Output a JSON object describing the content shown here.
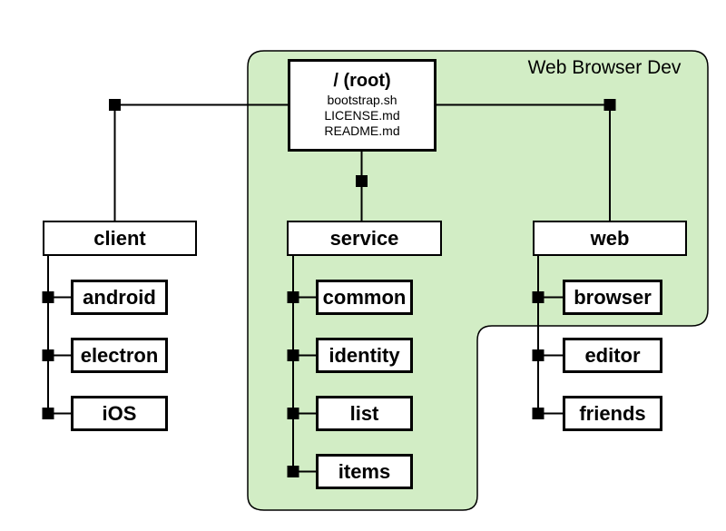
{
  "region": {
    "label": "Web Browser Dev"
  },
  "root": {
    "title": "/ (root)",
    "files": [
      "bootstrap.sh",
      "LICENSE.md",
      "README.md"
    ]
  },
  "branches": [
    {
      "label": "client",
      "children": [
        "android",
        "electron",
        "iOS"
      ]
    },
    {
      "label": "service",
      "children": [
        "common",
        "identity",
        "list",
        "items"
      ]
    },
    {
      "label": "web",
      "children": [
        "browser",
        "editor",
        "friends"
      ]
    }
  ],
  "colors": {
    "region_fill": "#d2edc5",
    "region_stroke": "#000000",
    "connector": "#000000",
    "node_fill": "#ffffff",
    "node_border": "#000000"
  }
}
